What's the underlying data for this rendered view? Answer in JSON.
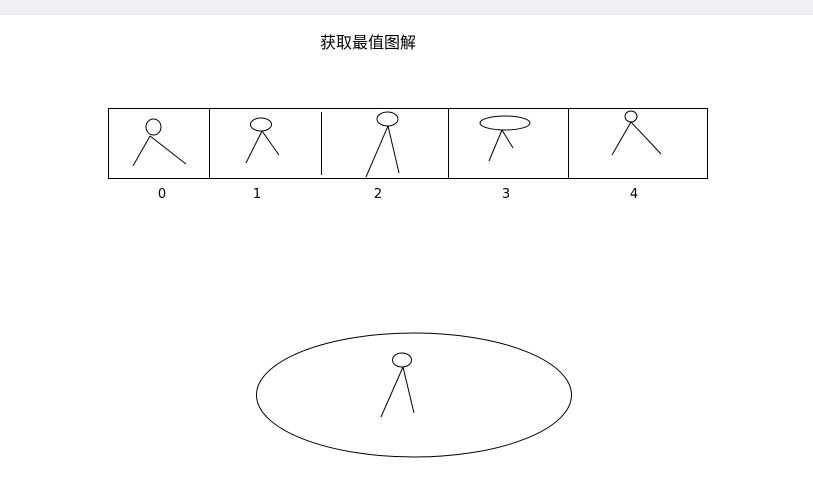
{
  "title": "获取最值图解",
  "array": {
    "indices": [
      "0",
      "1",
      "2",
      "3",
      "4"
    ]
  },
  "colors": {
    "stroke": "#000000",
    "background": "#ffffff",
    "top_strip": "#eef0f3"
  }
}
